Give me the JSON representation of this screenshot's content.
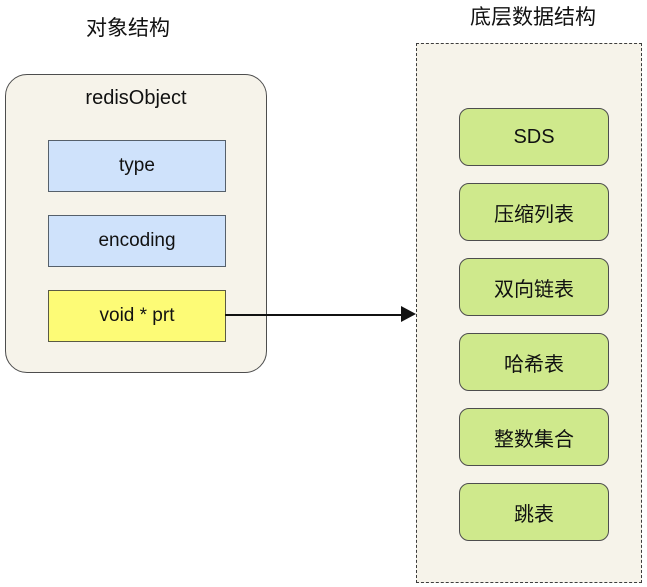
{
  "diagram": {
    "title_left": "对象结构",
    "title_right": "底层数据结构",
    "object_card": {
      "name": "redisObject",
      "fields": [
        {
          "label": "type",
          "color": "#cfe2fb"
        },
        {
          "label": "encoding",
          "color": "#cfe2fb"
        },
        {
          "label": "void * prt",
          "color": "#fdfb76"
        }
      ]
    },
    "connector": {
      "from": "void * prt",
      "to": "底层数据结构",
      "style": "solid-arrow",
      "color": "#111111"
    },
    "data_structures": {
      "border_style": "dashed",
      "fill": "#f6f3ea",
      "item_color": "#cfe98c",
      "items": [
        {
          "label": "SDS"
        },
        {
          "label": "压缩列表"
        },
        {
          "label": "双向链表"
        },
        {
          "label": "哈希表"
        },
        {
          "label": "整数集合"
        },
        {
          "label": "跳表"
        }
      ]
    }
  }
}
